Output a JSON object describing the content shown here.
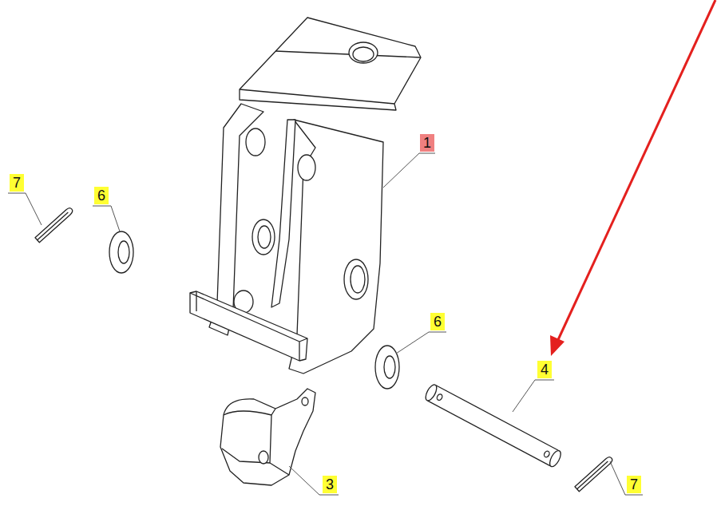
{
  "diagram": {
    "labels": [
      "7",
      "6",
      "1",
      "6",
      "4",
      "3",
      "7"
    ]
  }
}
